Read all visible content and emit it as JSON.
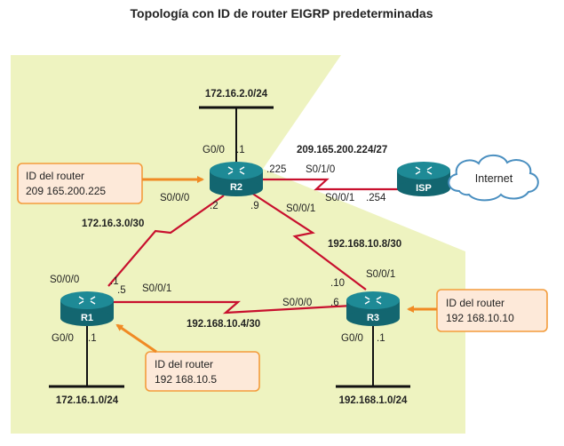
{
  "title": "Topología con ID de router EIGRP predeterminadas",
  "routers": {
    "r1": "R1",
    "r2": "R2",
    "r3": "R3",
    "isp": "ISP"
  },
  "cloud": "Internet",
  "networks": {
    "r2_lan": "172.16.2.0/24",
    "r1_lan": "172.16.1.0/24",
    "r3_lan": "192.168.1.0/24",
    "r2_isp": "209.165.200.224/27",
    "r1_r2": "172.16.3.0/30",
    "r2_r3": "192.168.10.8/30",
    "r1_r3": "192.168.10.4/30"
  },
  "interfaces": {
    "r2_g00": "G0/0",
    "r2_g00_ip": ".1",
    "r2_s010": ".225",
    "r2_s010_if": "S0/1/0",
    "isp_s001_if": "S0/0/1",
    "isp_s001_ip": ".254",
    "r2_s000_if": "S0/0/0",
    "r2_s000_ip": ".2",
    "r2_s001_ip": ".9",
    "r2_s001_if": "S0/0/1",
    "r1_s000_if": "S0/0/0",
    "r1_s000_ip": ".1",
    "r1_s001_ip": ".5",
    "r1_s001_if": "S0/0/1",
    "r1_g00": "G0/0",
    "r1_g00_ip": ".1",
    "r3_s001_if": "S0/0/1",
    "r3_s001_ip": ".10",
    "r3_s000_if": "S0/0/0",
    "r3_s000_ip": ".6",
    "r3_g00": "G0/0",
    "r3_g00_ip": ".1"
  },
  "router_ids": {
    "r2_label": "ID del router",
    "r2_value": "209 165.200.225",
    "r1_label": "ID del router",
    "r1_value": "192 168.10.5",
    "r3_label": "ID del router",
    "r3_value": "192 168.10.10"
  },
  "colors": {
    "area": "#eef3c0",
    "router": "#1e8a96",
    "router_dark": "#136670",
    "serial": "#c8102e",
    "callout_fill": "#fde9d9",
    "callout_stroke": "#f39c3c",
    "arrow": "#f08a24"
  }
}
